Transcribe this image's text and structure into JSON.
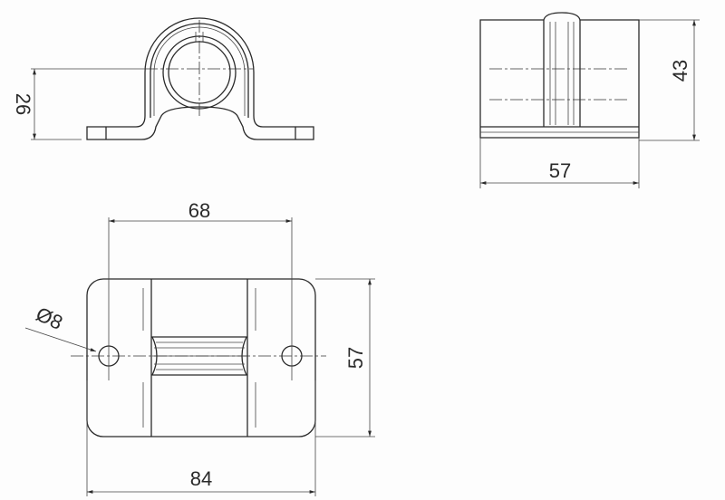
{
  "dimensions": {
    "front_height": "26",
    "side_height": "43",
    "side_width": "57",
    "hole_spacing": "68",
    "hole_diameter": "Ø8",
    "plate_width": "57",
    "plate_length": "84"
  },
  "colors": {
    "line": "#2a2a2a",
    "background": "#fdfdfd"
  }
}
